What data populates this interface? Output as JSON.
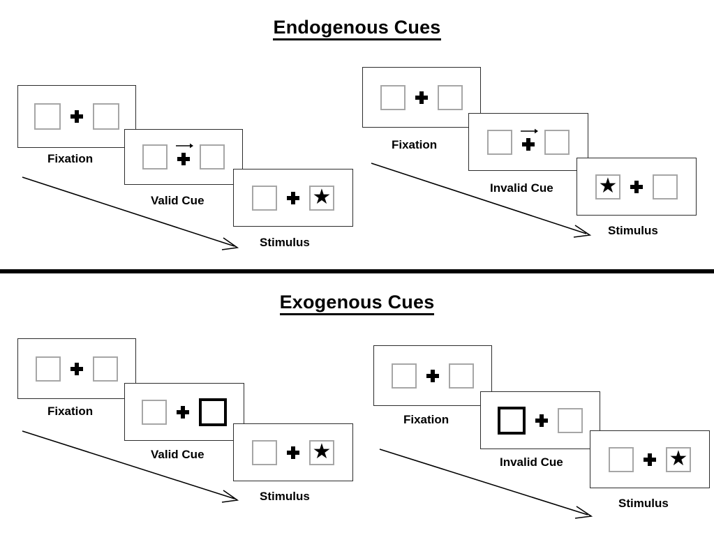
{
  "figure": {
    "title_endogenous": "Endogenous Cues",
    "title_exogenous": "Exogenous Cues"
  },
  "labels": {
    "fixation": "Fixation",
    "valid_cue": "Valid Cue",
    "invalid_cue": "Invalid Cue",
    "stimulus": "Stimulus"
  },
  "colors": {
    "ink": "#000000",
    "panel_border": "#2b2b2b",
    "box_border": "#a6a6a6",
    "cue_border": "#000000",
    "background": "#ffffff"
  },
  "icons": {
    "fixation_cross": "plus-cross-icon",
    "target_star": "star-icon",
    "arrow_cue": "right-arrow-cue-icon",
    "flow_arrow": "diagonal-time-arrow-icon"
  },
  "sequences": [
    {
      "id": "endogenous-valid",
      "section": "Endogenous Cues",
      "cue_type": "endogenous",
      "validity": "valid",
      "frames": [
        {
          "label": "Fixation",
          "left_box": "empty",
          "right_box": "empty",
          "center": "cross",
          "cue": "none"
        },
        {
          "label": "Valid Cue",
          "left_box": "empty",
          "right_box": "empty",
          "center": "cross",
          "cue": "arrow-right"
        },
        {
          "label": "Stimulus",
          "left_box": "empty",
          "right_box": "star",
          "center": "cross",
          "cue": "none"
        }
      ]
    },
    {
      "id": "endogenous-invalid",
      "section": "Endogenous Cues",
      "cue_type": "endogenous",
      "validity": "invalid",
      "frames": [
        {
          "label": "Fixation",
          "left_box": "empty",
          "right_box": "empty",
          "center": "cross",
          "cue": "none"
        },
        {
          "label": "Invalid Cue",
          "left_box": "empty",
          "right_box": "empty",
          "center": "cross",
          "cue": "arrow-right"
        },
        {
          "label": "Stimulus",
          "left_box": "star",
          "right_box": "empty",
          "center": "cross",
          "cue": "none"
        }
      ]
    },
    {
      "id": "exogenous-valid",
      "section": "Exogenous Cues",
      "cue_type": "exogenous",
      "validity": "valid",
      "frames": [
        {
          "label": "Fixation",
          "left_box": "empty",
          "right_box": "empty",
          "center": "cross",
          "cue": "none"
        },
        {
          "label": "Valid Cue",
          "left_box": "empty",
          "right_box": "highlighted",
          "center": "cross",
          "cue": "box-flash-right"
        },
        {
          "label": "Stimulus",
          "left_box": "empty",
          "right_box": "star",
          "center": "cross",
          "cue": "none"
        }
      ]
    },
    {
      "id": "exogenous-invalid",
      "section": "Exogenous Cues",
      "cue_type": "exogenous",
      "validity": "invalid",
      "frames": [
        {
          "label": "Fixation",
          "left_box": "empty",
          "right_box": "empty",
          "center": "cross",
          "cue": "none"
        },
        {
          "label": "Invalid Cue",
          "left_box": "highlighted",
          "right_box": "empty",
          "center": "cross",
          "cue": "box-flash-left"
        },
        {
          "label": "Stimulus",
          "left_box": "empty",
          "right_box": "star",
          "center": "cross",
          "cue": "none"
        }
      ]
    }
  ],
  "glyphs": {
    "star": "★"
  }
}
